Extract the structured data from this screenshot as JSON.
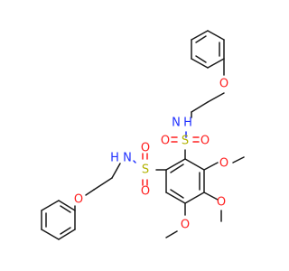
{
  "molecule": {
    "atom_labels": {
      "o": "O",
      "s": "S",
      "n": "N",
      "h": "H"
    },
    "colors": {
      "oxygen": "#ff2020",
      "sulfur": "#b2b200",
      "nitrogen": "#2030ff",
      "carbon": "#1a1a1a"
    }
  }
}
